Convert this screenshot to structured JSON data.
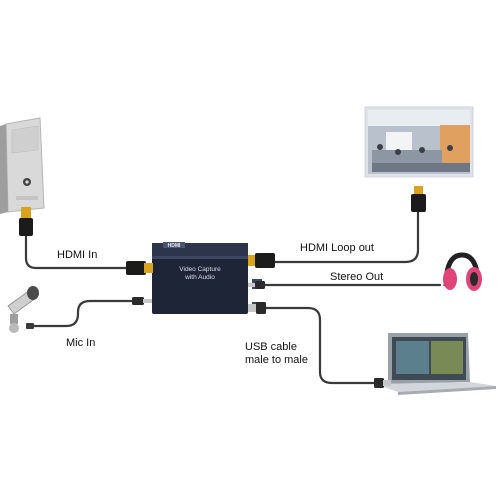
{
  "device": {
    "badge": "HDMI",
    "line1": "Video   Capture",
    "line2": "with Audio"
  },
  "labels": {
    "hdmi_in": "HDMI In",
    "hdmi_loop_out": "HDMI Loop out",
    "stereo_out": "Stereo Out",
    "mic_in": "Mic In",
    "usb_line1": "USB cable",
    "usb_line2": "male to male"
  },
  "colors": {
    "device_body": "#1e2536",
    "cable": "#3a3a3a",
    "connector_gold": "#d9a21f",
    "headphone_pink": "#e0457a",
    "pc_case": "#d8d8d8"
  }
}
